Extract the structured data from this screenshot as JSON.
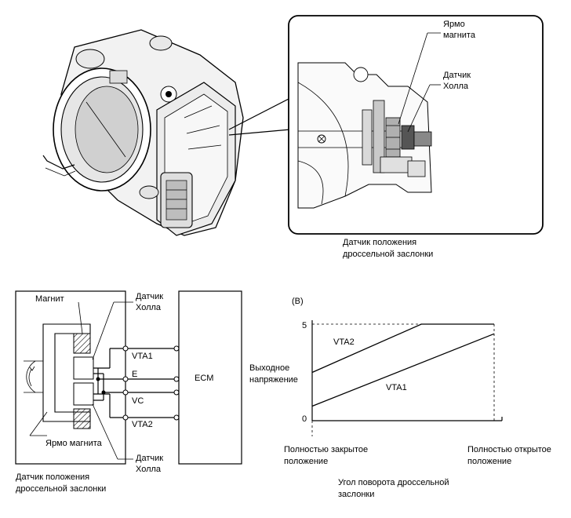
{
  "detail": {
    "label_yoke": [
      "Ярмо",
      "магнита"
    ],
    "label_hall": [
      "Датчик",
      "Холла"
    ],
    "caption": [
      "Датчик положения",
      "дроссельной заслонки"
    ]
  },
  "circuit": {
    "magnet_label": "Магнит",
    "hall_top": [
      "Датчик",
      "Холла"
    ],
    "hall_bottom": [
      "Датчик",
      "Холла"
    ],
    "yoke_label": "Ярмо магнита",
    "terminals": [
      "VTA1",
      "E",
      "VC",
      "VTA2"
    ],
    "ecm_label": "ECM",
    "caption": [
      "Датчик положения",
      "дроссельной заслонки"
    ]
  },
  "chart_data": {
    "type": "line",
    "panel_label": "(B)",
    "ylabel": [
      "Выходное",
      "напряжение"
    ],
    "xlabel": [
      "Угол поворота дроссельной",
      "заслонки"
    ],
    "x_tick_labels": {
      "start": [
        "Полностью закрытое",
        "положение"
      ],
      "end": [
        "Полностью открытое",
        "положение"
      ]
    },
    "y_ticks": [
      "0",
      "5"
    ],
    "ylim": [
      0,
      5
    ],
    "xlim": [
      0,
      1
    ],
    "series": [
      {
        "name": "VTA2",
        "x": [
          0,
          0.6,
          1
        ],
        "y": [
          2.5,
          5,
          5
        ]
      },
      {
        "name": "VTA1",
        "x": [
          0,
          1
        ],
        "y": [
          0.75,
          4.5
        ]
      }
    ]
  }
}
